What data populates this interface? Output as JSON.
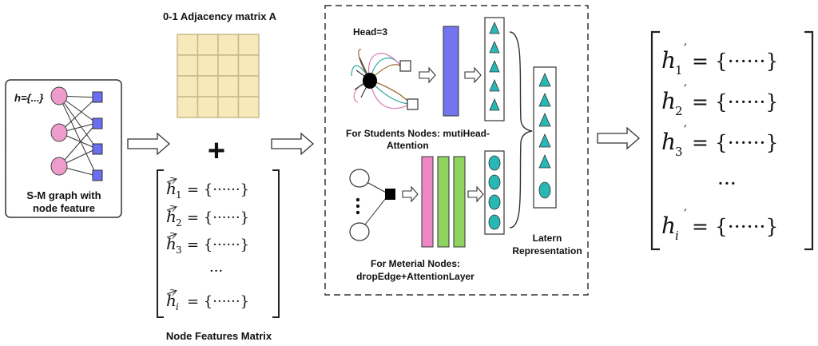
{
  "graph_box": {
    "h_label": "h={...}",
    "caption_line1": "S-M graph with",
    "caption_line2": "node feature"
  },
  "adjacency": {
    "title": "0-1 Adjacency matrix A",
    "rows": 4,
    "cols": 4,
    "fill_color": "#f7e9b9",
    "line_color": "#c8b98a"
  },
  "plus_symbol": "+",
  "feature_matrix": {
    "rows": [
      {
        "symbol": "h",
        "subscript": "1",
        "rhs": "= {······}"
      },
      {
        "symbol": "h",
        "subscript": "2",
        "rhs": "= {······}"
      },
      {
        "symbol": "h",
        "subscript": "3",
        "rhs": "= {······}"
      },
      {
        "symbol": "h",
        "subscript": "i",
        "rhs": "= {······}"
      }
    ],
    "dots": "···",
    "caption": "Node Features Matrix"
  },
  "model_box": {
    "head_label": "Head=3",
    "students_line1": "For Students Nodes:  mutiHead-",
    "students_line2": "Attention",
    "material_line1": "For Meterial Nodes:",
    "material_line2": "dropEdge+AttentionLayer",
    "latent_line1": "Latern",
    "latent_line2": "Representation"
  },
  "output_matrix": {
    "rows": [
      {
        "symbol": "h",
        "subscript": "1",
        "prime": "′",
        "rhs": "= {······}"
      },
      {
        "symbol": "h",
        "subscript": "2",
        "prime": "′",
        "rhs": "= {······}"
      },
      {
        "symbol": "h",
        "subscript": "3",
        "prime": "′",
        "rhs": "= {······}"
      },
      {
        "symbol": "h",
        "subscript": "i",
        "prime": "′",
        "rhs": "= {······}"
      }
    ],
    "dots": "···"
  },
  "colors": {
    "student_node": "#ee9ccb",
    "material_node": "#6b6df2",
    "attention_bar": "#7474ee",
    "pink_bar": "#ee88c4",
    "green_bar": "#8fd35f",
    "teal": "#27b8b5"
  }
}
